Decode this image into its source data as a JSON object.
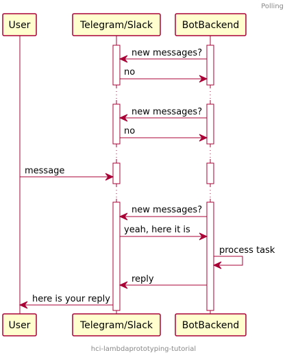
{
  "header": {
    "text": "Polling"
  },
  "footer": {
    "text": "hci-lambdaprototyping-tutorial"
  },
  "participants": [
    {
      "id": "user",
      "label": "User"
    },
    {
      "id": "chat",
      "label": "Telegram/Slack"
    },
    {
      "id": "bot",
      "label": "BotBackend"
    }
  ],
  "messages": [
    {
      "label": "new messages?"
    },
    {
      "label": "no"
    },
    {
      "label": "new messages?"
    },
    {
      "label": "no"
    },
    {
      "label": "message"
    },
    {
      "label": "new messages?"
    },
    {
      "label": "yeah, here it is"
    },
    {
      "label": "process task"
    },
    {
      "label": "reply"
    },
    {
      "label": "here is your reply"
    }
  ],
  "colors": {
    "stroke": "#A80036",
    "participant_fill": "#FEFECE",
    "caption": "#888888"
  }
}
